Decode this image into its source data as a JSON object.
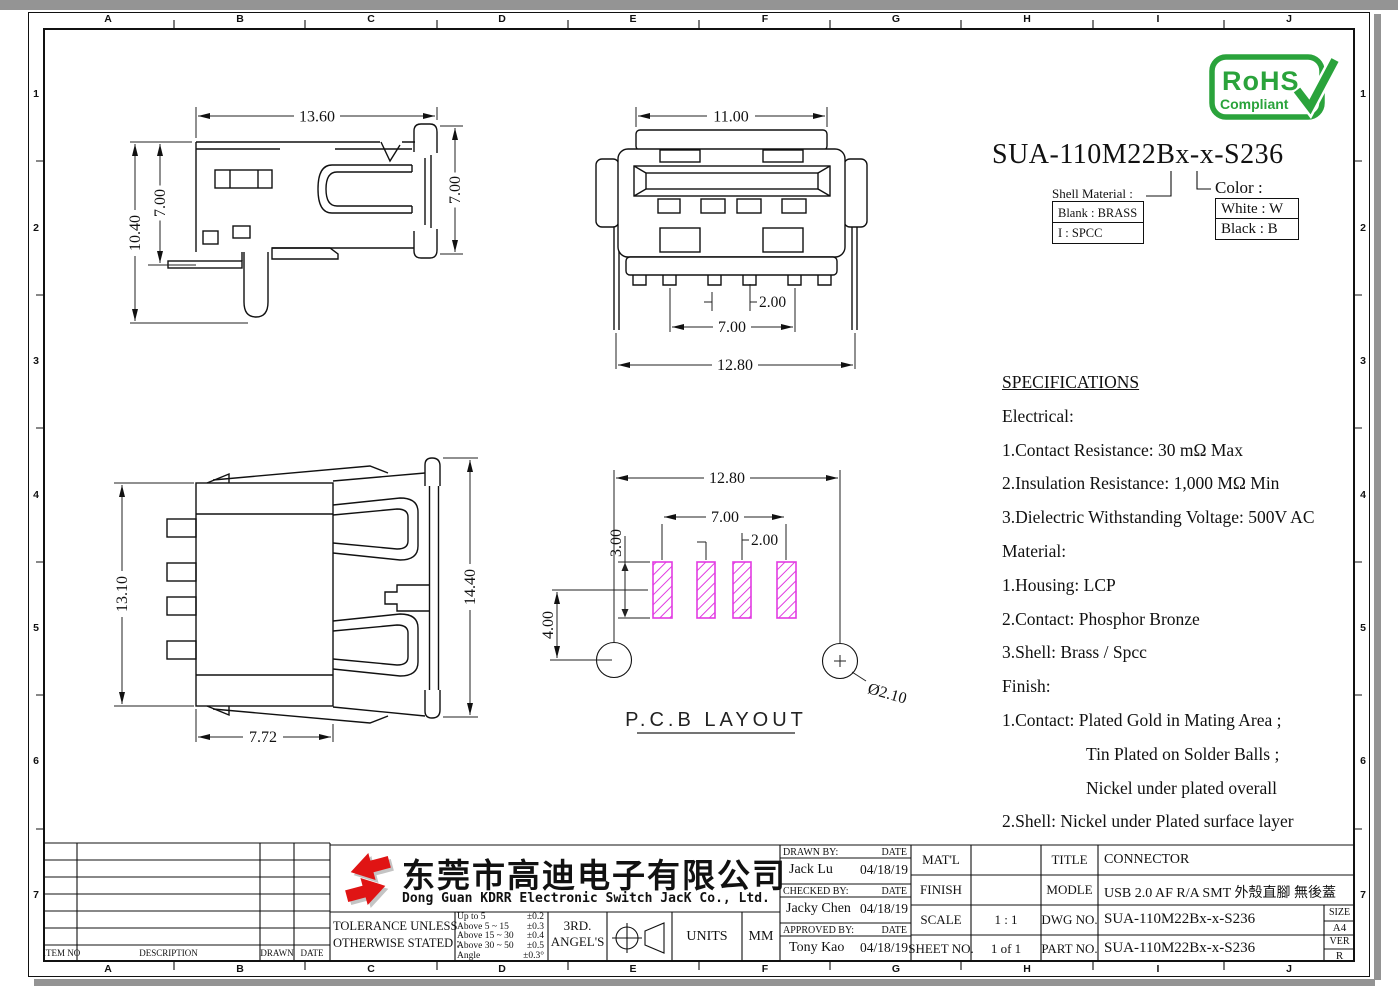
{
  "border": {
    "columns": [
      "A",
      "B",
      "C",
      "D",
      "E",
      "F",
      "G",
      "H",
      "I",
      "J"
    ],
    "rows": [
      "1",
      "2",
      "3",
      "4",
      "5",
      "6",
      "7"
    ]
  },
  "rohs_badge": {
    "line1": "RoHS",
    "line2": "Compliant",
    "color": "#2aa33b"
  },
  "part_header": {
    "part_number": "SUA-110M22Bx-x-S236",
    "shell_material_label": "Shell Material :",
    "shell_material_options": [
      "Blank : BRASS",
      "I : SPCC"
    ],
    "color_label": "Color :",
    "color_options": [
      "White : W",
      "Black  : B"
    ]
  },
  "specifications": {
    "title": "SPECIFICATIONS",
    "lines": [
      "Electrical:",
      "1.Contact Resistance: 30 mΩ Max",
      "2.Insulation Resistance: 1,000 MΩ Min",
      "3.Dielectric Withstanding Voltage: 500V AC",
      "Material:",
      "1.Housing: LCP",
      "2.Contact: Phosphor Bronze",
      "3.Shell: Brass / Spcc",
      "Finish:",
      "1.Contact: Plated Gold in Mating Area ;",
      "Tin Plated on Solder Balls ;",
      "Nickel under plated overall",
      "2.Shell: Nickel under Plated surface layer"
    ]
  },
  "views": {
    "side": {
      "dim_width": "13.60",
      "dim_total_height": "10.40",
      "dim_shell_height": "7.00",
      "dim_front_height": "7.00"
    },
    "front": {
      "dim_shell_width": "11.00",
      "dim_pin_pitch": "2.00",
      "dim_pin_span": "7.00",
      "dim_leg_span": "12.80"
    },
    "top": {
      "dim_body_length": "13.10",
      "dim_total_length": "14.40",
      "dim_body_width": "7.72"
    },
    "pcb": {
      "title": "P.C.B  LAYOUT",
      "dim_hole_span": "12.80",
      "dim_pad_span": "7.00",
      "dim_pad_pitch": "2.00",
      "dim_pad_length": "3.00",
      "dim_hole_offset": "4.00",
      "dim_hole_diameter": "Ø2.10",
      "pad_color": "#e23be2"
    }
  },
  "title_block": {
    "revision_headers": {
      "item_no": "ITEM NO",
      "description": "DESCRIPTION",
      "drawn": "DRAWN",
      "date": "DATE"
    },
    "company_cn": "东莞市高迪电子有限公司",
    "company_en": "Dong Guan KDRR  Electronic Switch JacK Co., Ltd.",
    "tolerance_label_line1": "TOLERANCE UNLESS",
    "tolerance_label_line2": "OTHERWISE STATED :",
    "tolerance_rows": [
      {
        "range": "Up  to 5",
        "value": "±0.2"
      },
      {
        "range": "Above 5  ~ 15",
        "value": "±0.3"
      },
      {
        "range": "Above 15 ~ 30",
        "value": "±0.4"
      },
      {
        "range": "Above 30 ~ 50",
        "value": "±0.5"
      },
      {
        "range": "Angle",
        "value": "±0.3°"
      }
    ],
    "projection_line1": "3RD.",
    "projection_line2": "ANGEL'S",
    "units_label": "UNITS",
    "units_value": "MM",
    "signatures": [
      {
        "role": "DRAWN BY:",
        "date_label": "DATE",
        "name": "Jack  Lu",
        "date": "04/18/19"
      },
      {
        "role": "CHECKED BY:",
        "date_label": "DATE",
        "name": "Jacky Chen",
        "date": "04/18/19"
      },
      {
        "role": "APPROVED BY:",
        "date_label": "DATE",
        "name": "Tony Kao",
        "date": "04/18/19"
      }
    ],
    "matl_label": "MAT'L",
    "finish_label": "FINISH",
    "scale_label": "SCALE",
    "scale_value": "1 : 1",
    "sheet_label": "SHEET NO.",
    "sheet_value": "1 of 1",
    "title_label": "TITLE",
    "title_value": "CONNECTOR",
    "model_label": "MODLE",
    "model_value": "USB 2.0 AF R/A SMT 外殼直腳 無後蓋",
    "dwg_label": "DWG NO.",
    "dwg_value": "SUA-110M22Bx-x-S236",
    "part_label": "PART NO.",
    "part_value": "SUA-110M22Bx-x-S236",
    "size_label": "SIZE",
    "size_value": "A4",
    "ver_label": "VER",
    "ver_value": "R"
  }
}
